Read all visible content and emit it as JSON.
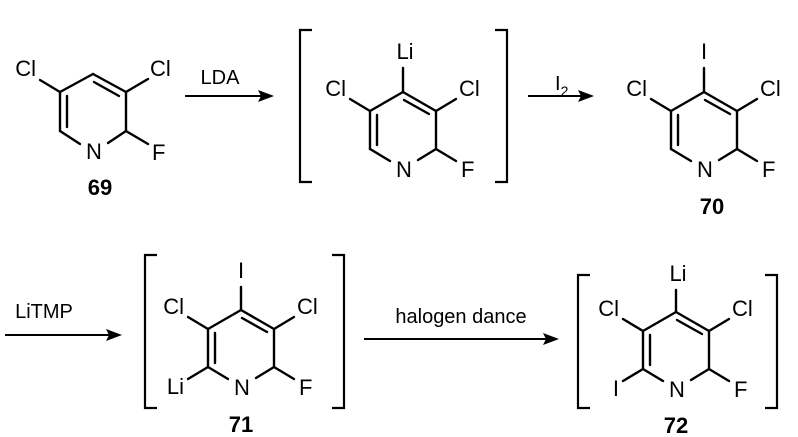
{
  "atoms": {
    "cl": "Cl",
    "f": "F",
    "n": "N",
    "li": "Li",
    "i": "I"
  },
  "reagents": {
    "lda": "LDA",
    "iodine": "I",
    "iodine_subscript": "2",
    "litmp": "LiTMP",
    "halogen_dance": "halogen dance"
  },
  "compounds": {
    "c69": "69",
    "c70": "70",
    "c71": "71",
    "c72": "72"
  }
}
